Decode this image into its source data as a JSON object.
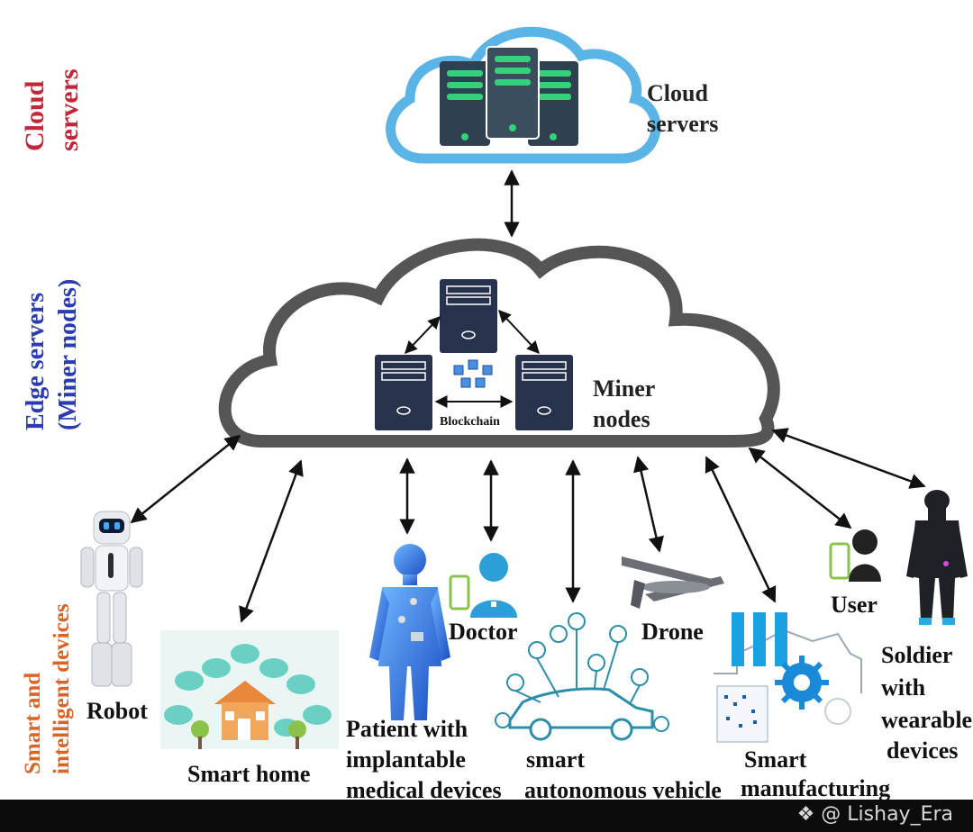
{
  "side_labels": {
    "cloud_line1": "Cloud",
    "cloud_line2": "servers",
    "edge_line1": "Edge servers",
    "edge_line2": "(Miner nodes)",
    "devices_line1": "Smart and",
    "devices_line2": "intelligent devices"
  },
  "cloud": {
    "label_line1": "Cloud",
    "label_line2": "servers"
  },
  "edge": {
    "miner_line1": "Miner",
    "miner_line2": "nodes",
    "blockchain": "Blockchain"
  },
  "devices": {
    "robot": "Robot",
    "smart_home": "Smart home",
    "patient_line1": "Patient with",
    "patient_line2": "implantable",
    "patient_line3": "medical devices",
    "doctor": "Doctor",
    "vehicle_line1": "smart",
    "vehicle_line2": "autonomous vehicle",
    "drone": "Drone",
    "manufacturing_line1": "Smart",
    "manufacturing_line2": "manufacturing",
    "user": "User",
    "soldier_line1": "Soldier",
    "soldier_line2": "with",
    "soldier_line3": "wearable",
    "soldier_line4": "devices"
  },
  "watermark": "@ Lishay_Era",
  "colors": {
    "cloud_title": "#c0283a",
    "edge_title": "#2a3cb0",
    "devices_title": "#d8642a",
    "cloud_outline": "#5ab4e6",
    "edge_outline": "#555555",
    "server_dark": "#2f4150",
    "server_green": "#34d07a",
    "node_navy": "#27324d"
  }
}
